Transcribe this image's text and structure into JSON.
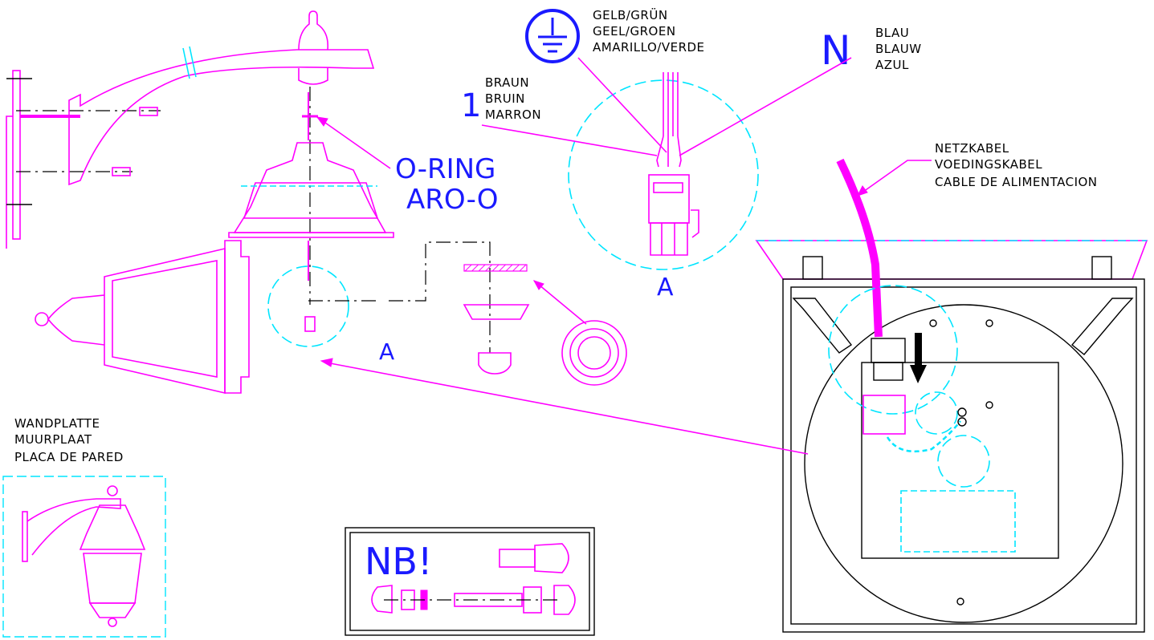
{
  "earth": {
    "lines": [
      "GELB/GRÜN",
      "GEEL/GROEN",
      "AMARILLO/VERDE"
    ]
  },
  "neutral": {
    "symbol": "N",
    "lines": [
      "BLAU",
      "BLAUW",
      "AZUL"
    ]
  },
  "live": {
    "symbol": "1",
    "lines": [
      "BRAUN",
      "BRUIN",
      "MARRON"
    ]
  },
  "oring": {
    "line1": "O-RING",
    "line2": "ARO-O"
  },
  "detail_marker": "A",
  "detail_marker_b": "A",
  "power_cable": {
    "lines": [
      "NETZKABEL",
      "VOEDINGSKABEL",
      "CABLE DE ALIMENTACION"
    ]
  },
  "wall_plate": {
    "lines": [
      "WANDPLATTE",
      "MUURPLAAT",
      "PLACA DE PARED"
    ]
  },
  "note_box": {
    "label": "NB!"
  },
  "colors": {
    "drawing": "#ff00ff",
    "annotation": "#1a1aff",
    "detail": "#00e5ff",
    "text": "#000000"
  }
}
